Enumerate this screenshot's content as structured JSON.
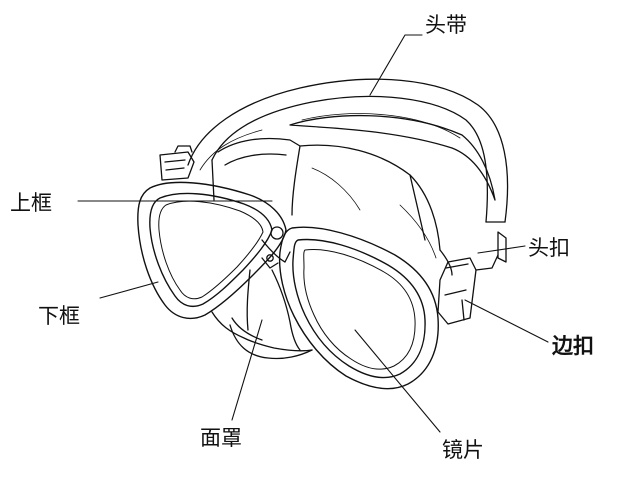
{
  "labels": {
    "headband": "头带",
    "upper_frame": "上框",
    "head_buckle": "头扣",
    "lower_frame": "下框",
    "side_buckle": "边扣",
    "mask_skirt": "面罩",
    "lens": "镜片"
  },
  "colors": {
    "ink": "#111111",
    "background": "#ffffff"
  }
}
